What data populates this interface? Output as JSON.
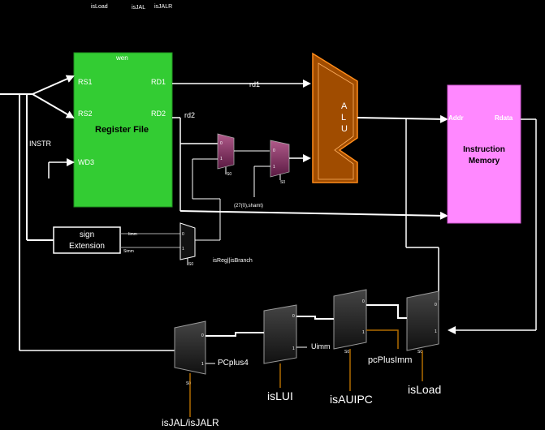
{
  "top_labels": {
    "isLoad": "isLoad",
    "isJAL": "isJAL",
    "isJALR": "isJALR"
  },
  "register_file": {
    "title": "Register File",
    "wen": "wen",
    "rs1": "RS1",
    "rs2": "RS2",
    "wd3": "WD3",
    "rd1": "RD1",
    "rd2": "RD2"
  },
  "alu": {
    "label": "A\nL\nU"
  },
  "instruction_memory": {
    "title_line1": "Instruction",
    "title_line2": "Memory",
    "addr": "Addr",
    "rdata": "Rdata"
  },
  "sign_extension": {
    "line1": "sign",
    "line2": "Extension",
    "iimm": "Iimm",
    "simm": "Simm"
  },
  "wires": {
    "instr": "INSTR",
    "rd1": "rd1",
    "rd2": "rd2",
    "shamt": "(27(0),shamt)",
    "isreg_isbranch": "isReg||isBranch",
    "pcplus4": "PCplus4",
    "uimm": "Uimm",
    "pcplusimm": "pcPlusImm"
  },
  "mux_labels": {
    "in0": "0",
    "in1": "1",
    "sel": "S0"
  },
  "selects": {
    "isjal_isjalr": "isJAL/isJALR",
    "islui": "isLUI",
    "isauipc": "isAUIPC",
    "isload": "isLoad"
  },
  "colors": {
    "register_file": "#33cc33",
    "alu_fill": "#a04c00",
    "instruction_memory": "#ff88ff",
    "mux_pink": "#8a3a6a",
    "select_line": "#b06a00"
  }
}
